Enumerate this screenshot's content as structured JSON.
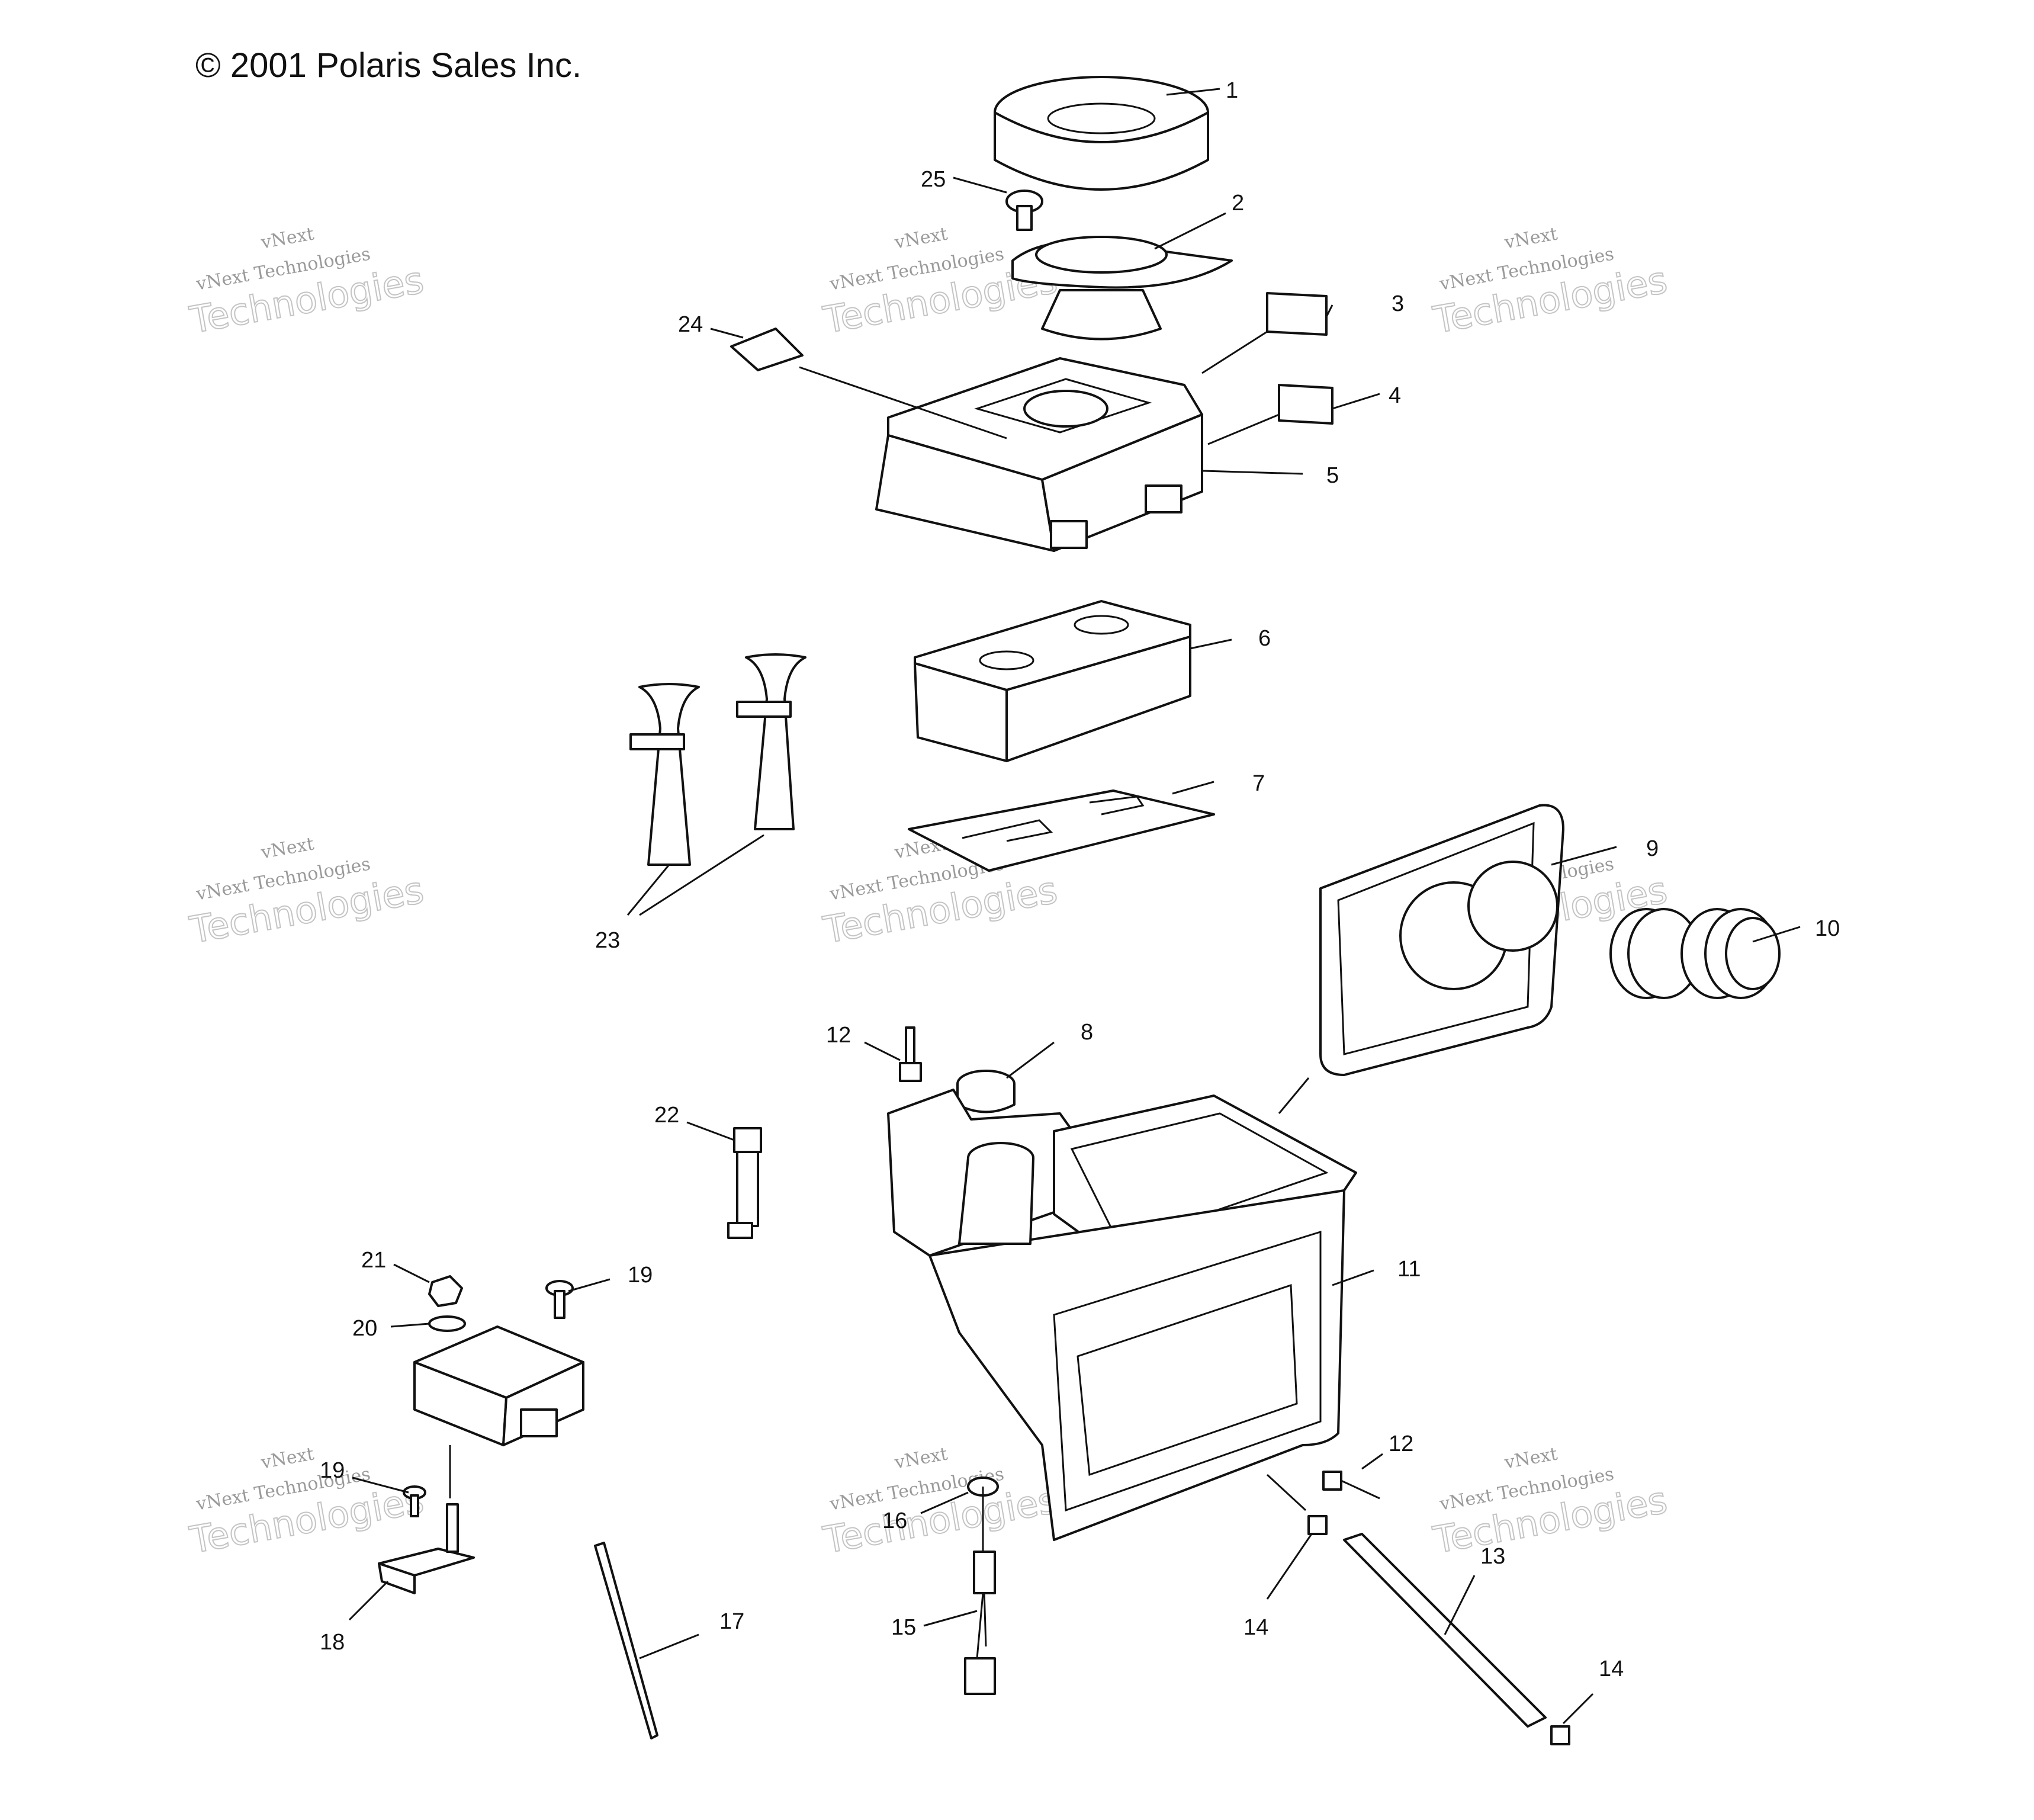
{
  "copyright": "© 2001 Polaris Sales Inc.",
  "watermark": {
    "line1": "vNext",
    "line2": "vNext Technologies",
    "line3": "Technologies"
  },
  "callouts": [
    "1",
    "2",
    "3",
    "4",
    "5",
    "6",
    "7",
    "8",
    "9",
    "10",
    "11",
    "12",
    "12",
    "13",
    "14",
    "14",
    "15",
    "16",
    "17",
    "18",
    "19",
    "19",
    "20",
    "21",
    "22",
    "23",
    "24",
    "25"
  ],
  "icons": {
    "copyright": "copyright-glyph"
  }
}
